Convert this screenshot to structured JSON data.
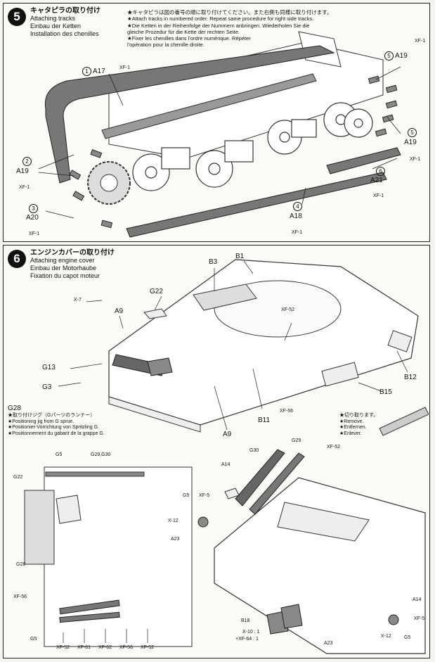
{
  "step5": {
    "number": "5",
    "title_jp": "キャタピラの取り付け",
    "title_en": "Attaching tracks",
    "title_de": "Einbau der Ketten",
    "title_fr": "Installation des chenilles",
    "instructions": [
      "★キャタピラは図の番号の順に取り付けてください。また右側も同様に取り付けます。",
      "★Attach tracks in numbered order. Repeat same procedure for right side tracks.",
      "★Die Ketten in der Reihenfolge der Nummern anbringen. Wiederholen Sie die",
      "gleiche Prozedur für die Kette der rechten Seite.",
      "★Fixer les chenilles dans l'ordre numérique. Répéter",
      "l'opération pour la chenille droite."
    ],
    "labels": {
      "n1": "1",
      "a17": "A17",
      "xf1_a": "XF-1",
      "n5a": "5",
      "a19_tr": "A19",
      "xf1_tr": "XF-1",
      "n5b": "5",
      "a19_r": "A19",
      "xf1_r": "XF-1",
      "n2": "2",
      "a19_l": "A19",
      "xf1_l": "XF-1",
      "n6": "6",
      "a21": "A21",
      "xf1_a21": "XF-1",
      "n3": "3",
      "a20": "A20",
      "xf1_a20": "XF-1",
      "n4": "4",
      "a18": "A18",
      "xf1_a18": "XF-1"
    }
  },
  "step6": {
    "number": "6",
    "title_jp": "エンジンカバーの取り付け",
    "title_en": "Attaching engine cover",
    "title_de": "Einbau der Motorhaube",
    "title_fr": "Fixation du capot moteur",
    "labels": {
      "b1": "B1",
      "b3": "B3",
      "g22": "G22",
      "x7": "X-7",
      "a9_top": "A9",
      "xf52_a": "XF-52",
      "g13": "G13",
      "g3": "G3",
      "b12": "B12",
      "b15": "B15",
      "xf56_a": "XF-56",
      "b11": "B11",
      "a9_bot": "A9"
    },
    "g28_note": {
      "label": "G28",
      "jp": "★取り付けジグ（Gパーツのランナー）",
      "en": "★Positioning jig from G sprue.",
      "de": "★Positionier-Vorrichtung von Spritzling G.",
      "fr": "★Positionnement du gabarit de la grappe G."
    },
    "remove_note": {
      "jp": "★切り取ります。",
      "en": "★Remove.",
      "de": "★Entfernen.",
      "fr": "★Enlever."
    },
    "inset_labels": {
      "g5_top": "G5",
      "g29g30": "G29,G30",
      "g22": "G22",
      "g28": "G28",
      "xf56": "XF-56",
      "g5_bot": "G5",
      "bottom_paints": [
        "XF-52",
        "XF-61",
        "XF-62",
        "XF-56",
        "XF-52"
      ]
    },
    "rear_labels": {
      "g30": "G30",
      "g29": "G29",
      "xf52": "XF-52",
      "a14_top": "A14",
      "g5": "G5",
      "xf5": "XF-5",
      "x12": "X-12",
      "a23_left": "A23",
      "a14_right": "A14",
      "xf5_right": "XF-5",
      "x12_right": "X-12",
      "g5_right": "G5",
      "a23_bot": "A23",
      "b18": "B18",
      "mix1": "X-10 : 1",
      "mix2": "+XF-64 : 1"
    }
  }
}
